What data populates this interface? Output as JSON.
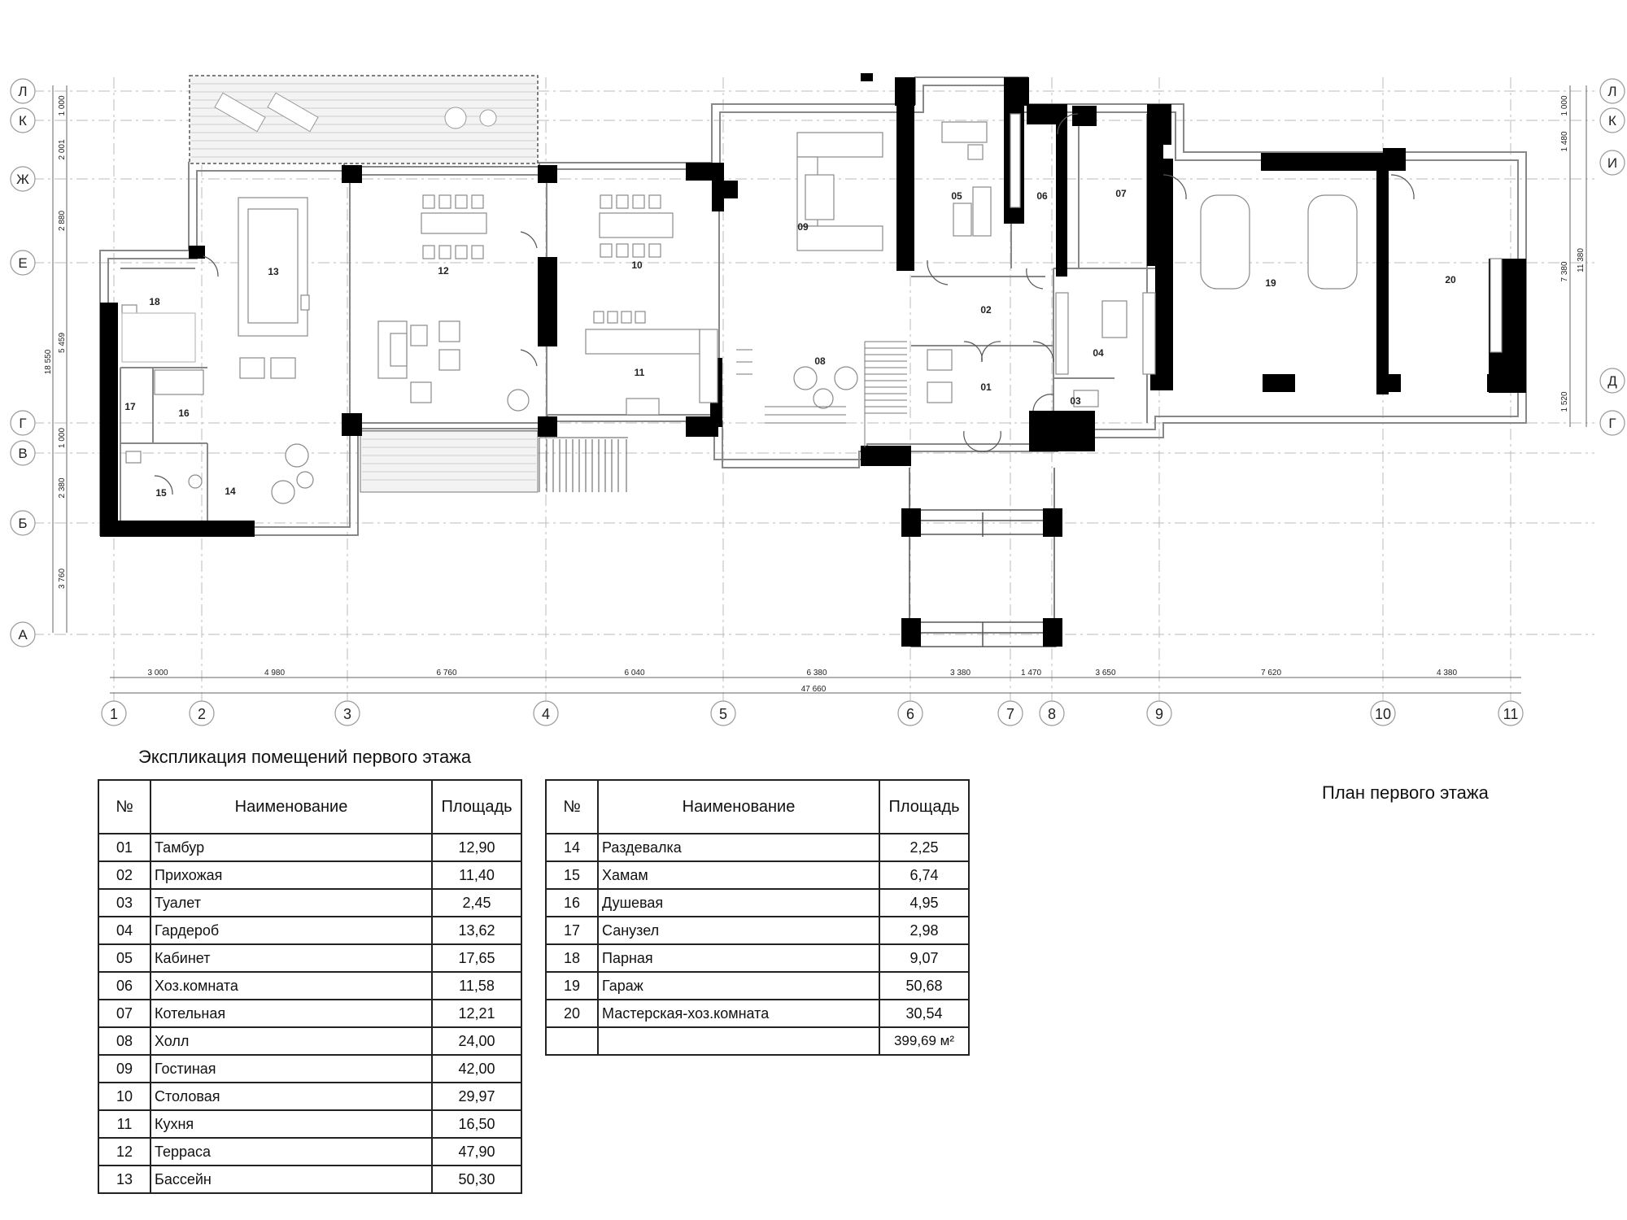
{
  "plan": {
    "title": "План первого этажа",
    "axis_rows": [
      "Л",
      "К",
      "Ж",
      "Е",
      "Г",
      "В",
      "Б",
      "А"
    ],
    "axis_rows_right": [
      "Л",
      "К",
      "И",
      "Д",
      "Г"
    ],
    "axis_cols": [
      "1",
      "2",
      "3",
      "4",
      "5",
      "6",
      "7",
      "8",
      "9",
      "10",
      "11"
    ],
    "dims_bottom": [
      "3 000",
      "4 980",
      "6 760",
      "6 040",
      "6 380",
      "3 380",
      "1 470",
      "3 650",
      "7 620",
      "4 380"
    ],
    "dim_total": "47 660",
    "dims_left": [
      "1 000",
      "2 001",
      "2 880",
      "5 459",
      "1 000",
      "2 380",
      "3 760"
    ],
    "dim_left_total": "18 550",
    "dims_right": [
      "1 000",
      "1 480",
      "7 380",
      "1 520"
    ],
    "dim_right_total": "11 380",
    "rooms": [
      "01",
      "02",
      "03",
      "04",
      "05",
      "06",
      "07",
      "08",
      "09",
      "10",
      "11",
      "12",
      "13",
      "14",
      "15",
      "16",
      "17",
      "18",
      "19",
      "20"
    ]
  },
  "explication": {
    "title": "Экспликация помещений первого этажа",
    "headers": {
      "num": "№",
      "name": "Наименование",
      "area": "Площадь"
    },
    "rows_left": [
      {
        "num": "01",
        "name": "Тамбур",
        "area": "12,90"
      },
      {
        "num": "02",
        "name": "Прихожая",
        "area": "11,40"
      },
      {
        "num": "03",
        "name": "Туалет",
        "area": "2,45"
      },
      {
        "num": "04",
        "name": "Гардероб",
        "area": "13,62"
      },
      {
        "num": "05",
        "name": "Кабинет",
        "area": "17,65"
      },
      {
        "num": "06",
        "name": "Хоз.комната",
        "area": "11,58"
      },
      {
        "num": "07",
        "name": "Котельная",
        "area": "12,21"
      },
      {
        "num": "08",
        "name": "Холл",
        "area": "24,00"
      },
      {
        "num": "09",
        "name": "Гостиная",
        "area": "42,00"
      },
      {
        "num": "10",
        "name": "Столовая",
        "area": "29,97"
      },
      {
        "num": "11",
        "name": "Кухня",
        "area": "16,50"
      },
      {
        "num": "12",
        "name": "Терраса",
        "area": "47,90"
      },
      {
        "num": "13",
        "name": "Бассейн",
        "area": "50,30"
      }
    ],
    "rows_right": [
      {
        "num": "14",
        "name": "Раздевалка",
        "area": "2,25"
      },
      {
        "num": "15",
        "name": "Хамам",
        "area": "6,74"
      },
      {
        "num": "16",
        "name": "Душевая",
        "area": "4,95"
      },
      {
        "num": "17",
        "name": "Санузел",
        "area": "2,98"
      },
      {
        "num": "18",
        "name": "Парная",
        "area": "9,07"
      },
      {
        "num": "19",
        "name": "Гараж",
        "area": "50,68"
      },
      {
        "num": "20",
        "name": "Мастерская-хоз.комната",
        "area": "30,54"
      }
    ],
    "total": "399,69 м²"
  }
}
